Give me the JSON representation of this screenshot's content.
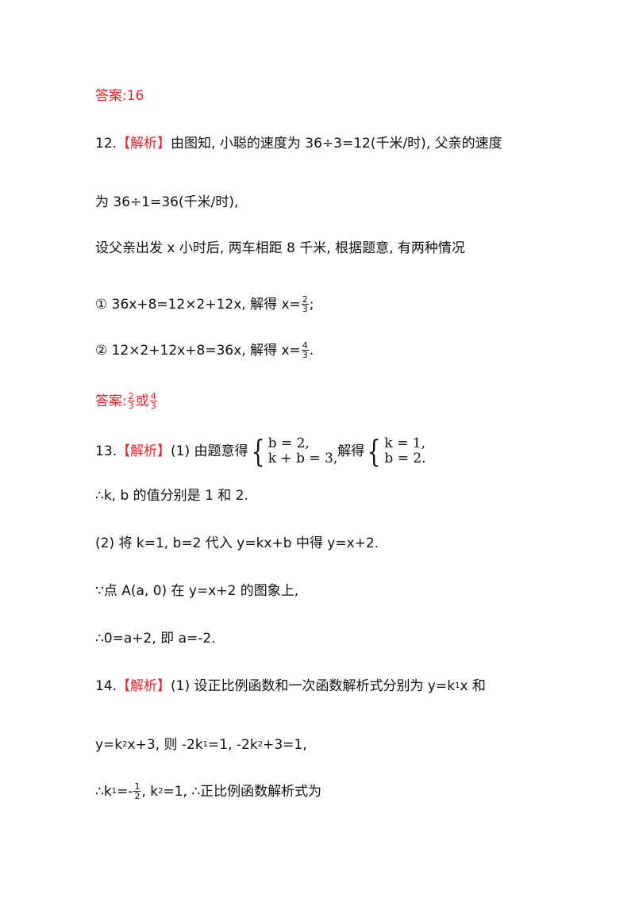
{
  "answer_11": {
    "label": "答案:",
    "value": "16"
  },
  "q12": {
    "num": "12.",
    "tag": "【解析】",
    "line1": "由图知, 小聪的速度为 36÷3=12(千米/时), 父亲的速度",
    "line2": "为 36÷1=36(千米/时),",
    "line3": "设父亲出发 x 小时后, 两车相距 8 千米, 根据题意, 有两种情况",
    "case1_text": "① 36x+8=12×2+12x, 解得 x=",
    "case1_num": "2",
    "case1_den": "3",
    "case1_end": ";",
    "case2_text": "② 12×2+12x+8=36x, 解得 x=",
    "case2_num": "4",
    "case2_den": "3",
    "case2_end": ".",
    "answer_label": "答案:",
    "ans1_num": "2",
    "ans1_den": "3",
    "ans_or": "或",
    "ans2_num": "4",
    "ans2_den": "3"
  },
  "q13": {
    "num": "13.",
    "tag": "【解析】",
    "part1_text": "(1) 由题意得",
    "sys1_row1": "b = 2,",
    "sys1_row2": "k + b = 3,",
    "solve_text": "解得",
    "sys2_row1": "k = 1,",
    "sys2_row2": "b = 2.",
    "line2": "∴k, b 的值分别是 1 和 2.",
    "line3": "(2) 将 k=1, b=2 代入 y=kx+b 中得 y=x+2.",
    "line4": "∵点 A(a, 0) 在 y=x+2 的图象上,",
    "line5": "∴0=a+2, 即 a=-2."
  },
  "q14": {
    "num": "14.",
    "tag": "【解析】",
    "line1_a": "(1) 设正比例函数和一次函数解析式分别为 y=k",
    "line1_sub": "1",
    "line1_b": "x 和",
    "line2_a": "y=k",
    "line2_sub1": "2",
    "line2_b": "x+3, 则 -2k",
    "line2_sub2": "1",
    "line2_c": "=1, -2k",
    "line2_sub3": "2",
    "line2_d": "+3=1,",
    "line3_a": "∴k",
    "line3_sub1": "1",
    "line3_b": "=-",
    "line3_num": "1",
    "line3_den": "2",
    "line3_c": ", k",
    "line3_sub2": "2",
    "line3_d": "=1, ∴正比例函数解析式为"
  }
}
